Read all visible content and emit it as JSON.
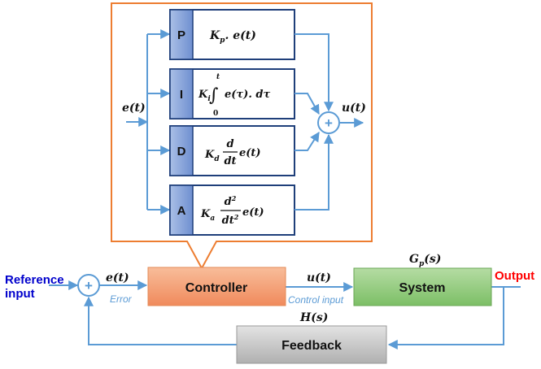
{
  "pid": {
    "input_label": "e(t)",
    "output_label": "u(t)",
    "blocks": [
      {
        "tag": "P",
        "formula": "Kp.e(t)"
      },
      {
        "tag": "I",
        "formula": "Ki ∫0t e(τ).dτ"
      },
      {
        "tag": "D",
        "formula": "Kd d/dt e(t)"
      },
      {
        "tag": "A",
        "formula": "Ka d²/dt² e(t)"
      }
    ],
    "integral_upper": "t",
    "integral_lower": "0"
  },
  "loop": {
    "reference_line1": "Reference",
    "reference_line2": "input",
    "error_signal": "e(t)",
    "error_caption": "Error",
    "controller_label": "Controller",
    "control_signal": "u(t)",
    "control_caption": "Control input",
    "system_label": "System",
    "system_tf": "Gp(s)",
    "output_label": "Output",
    "feedback_label": "Feedback",
    "feedback_tf": "H(s)"
  },
  "colors": {
    "line": "#5b9bd5",
    "pid_outline": "#ed7d31",
    "controller_fill": "#f4a582",
    "system_fill": "#8fc77e",
    "feedback_fill": "#c9c9c9",
    "block_tab": "#8ea9db",
    "reference_text": "#0000cc",
    "output_text": "#ff0000"
  }
}
